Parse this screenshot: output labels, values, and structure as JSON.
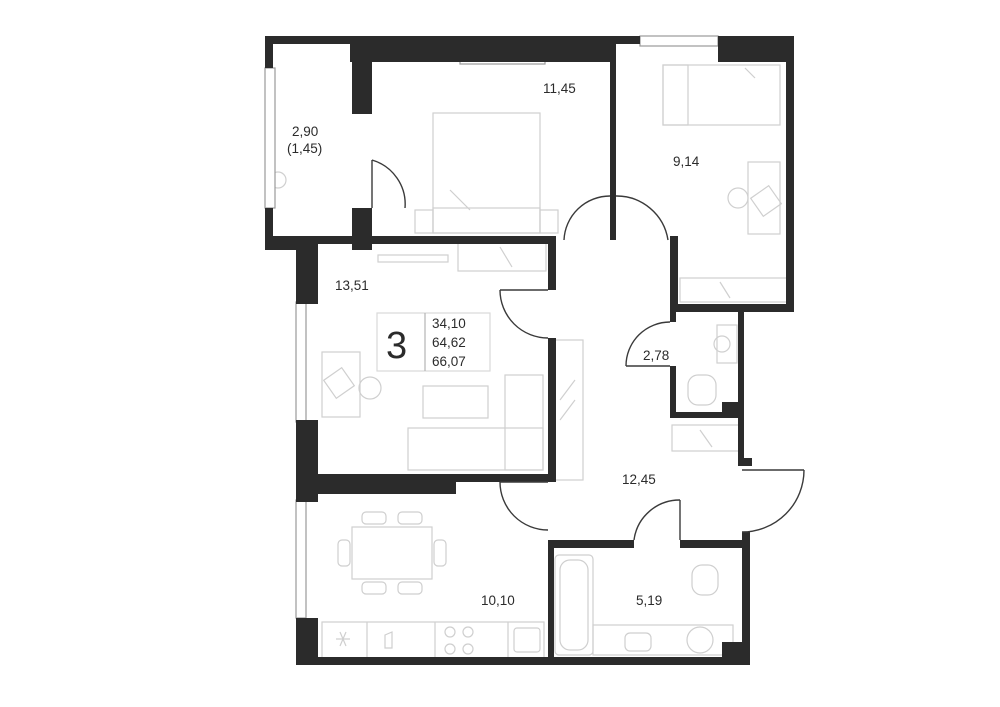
{
  "summary": {
    "rooms": "3",
    "living_area": "34,10",
    "total_area": "64,62",
    "total_area_with_balcony": "66,07"
  },
  "rooms": {
    "balcony": {
      "area": "2,90",
      "reduced_area": "(1,45)"
    },
    "bedroom_main": {
      "area": "11,45"
    },
    "bedroom_small": {
      "area": "9,14"
    },
    "living_room": {
      "area": "13,51"
    },
    "toilet": {
      "area": "2,78"
    },
    "hallway": {
      "area": "12,45"
    },
    "kitchen": {
      "area": "10,10"
    },
    "bathroom": {
      "area": "5,19"
    }
  }
}
